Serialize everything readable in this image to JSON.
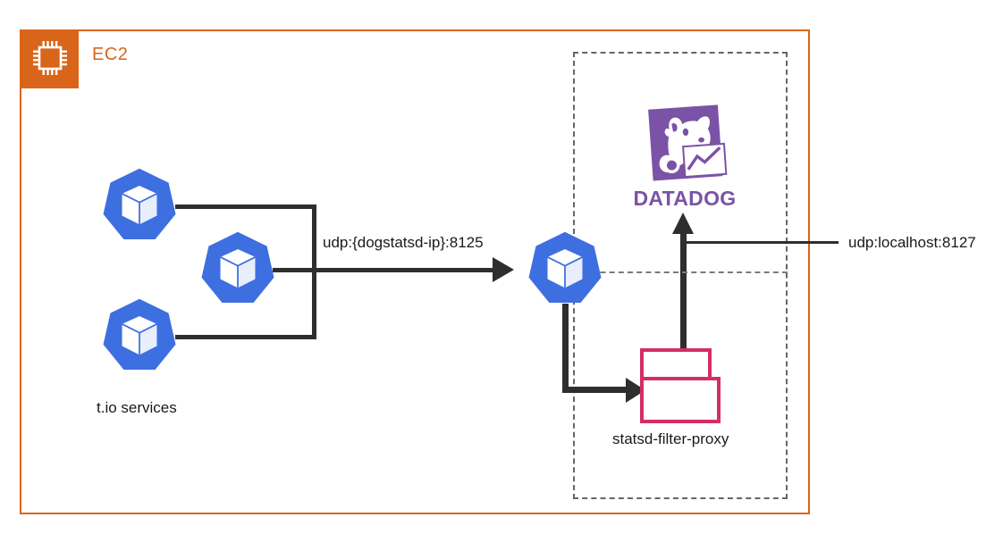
{
  "diagram": {
    "type": "architecture-diagram",
    "background_color": "#ffffff",
    "boundary": {
      "name": "EC2",
      "label": "EC2",
      "border_color": "#D9651A",
      "icon": "chip-icon"
    },
    "agent_region": {
      "label": "",
      "border_style": "dashed",
      "border_color": "#666666"
    },
    "nodes": {
      "services_group_label": "t.io services",
      "k8s_icon_name": "kubernetes-icon",
      "k8s_color": "#3E6FE0",
      "datadog": {
        "wordmark": "DATADOG",
        "brand_color": "#7B53A6",
        "icon_name": "datadog-logo"
      },
      "proxy": {
        "label": "statsd-filter-proxy",
        "border_color": "#D42E64",
        "icon_name": "stacked-box-icon"
      }
    },
    "connections": [
      {
        "name": "services-to-agent",
        "label": "udp:{dogstatsd-ip}:8125",
        "style": "solid",
        "color": "#2E2E2E"
      },
      {
        "name": "agent-to-proxy",
        "label": "",
        "style": "solid",
        "color": "#2E2E2E"
      },
      {
        "name": "proxy-to-datadog",
        "label": "",
        "style": "solid",
        "color": "#2E2E2E"
      },
      {
        "name": "external-udp-localhost",
        "label": "udp:localhost:8127",
        "style": "solid",
        "color": "#2E2E2E"
      }
    ]
  }
}
